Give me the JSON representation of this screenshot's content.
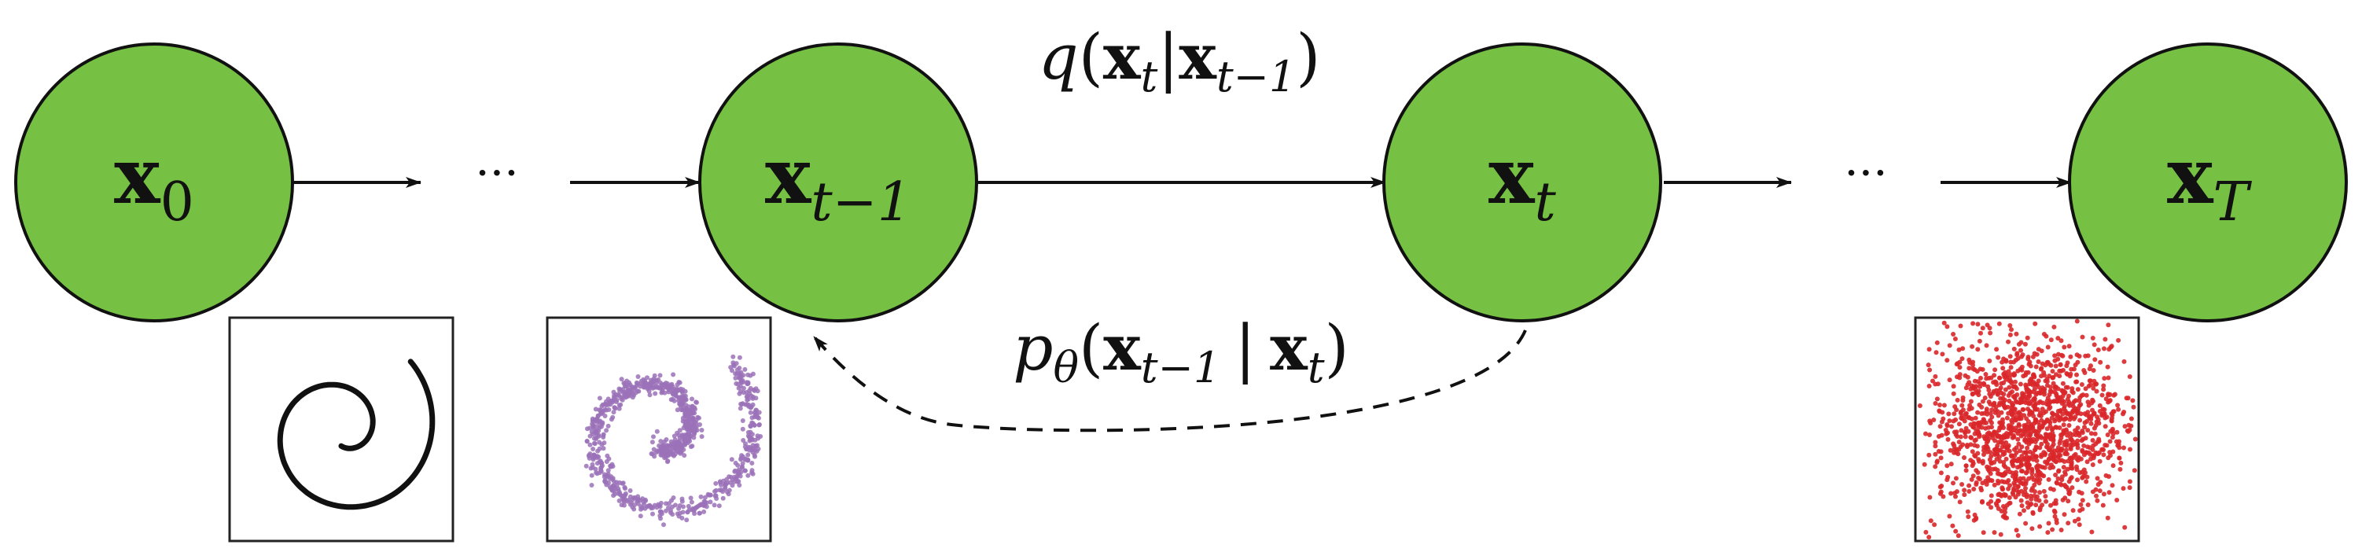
{
  "nodes": [
    {
      "id": "x0",
      "base": "x",
      "sub": "0"
    },
    {
      "id": "xtm1",
      "base": "x",
      "sub": "t−1"
    },
    {
      "id": "xt",
      "base": "x",
      "sub": "t"
    },
    {
      "id": "xT",
      "base": "x",
      "sub": "T"
    }
  ],
  "ellipsis": [
    "···",
    "···"
  ],
  "forward_label": {
    "fn": "q",
    "open": "(",
    "x1": "x",
    "x1_sub": "t",
    "bar": "|",
    "x2": "x",
    "x2_sub": "t−1",
    "close": ")"
  },
  "reverse_label": {
    "fn": "p",
    "fn_sub": "θ",
    "open": "(",
    "x1": "x",
    "x1_sub": "t−1",
    "bar": "|",
    "x2": "x",
    "x2_sub": "t",
    "close": ")"
  },
  "colors": {
    "node_fill": "#76c043",
    "stroke": "#111111",
    "spiral_clean": "#111111",
    "spiral_noisy": "#9b72b8",
    "noise": "#d9272a"
  }
}
